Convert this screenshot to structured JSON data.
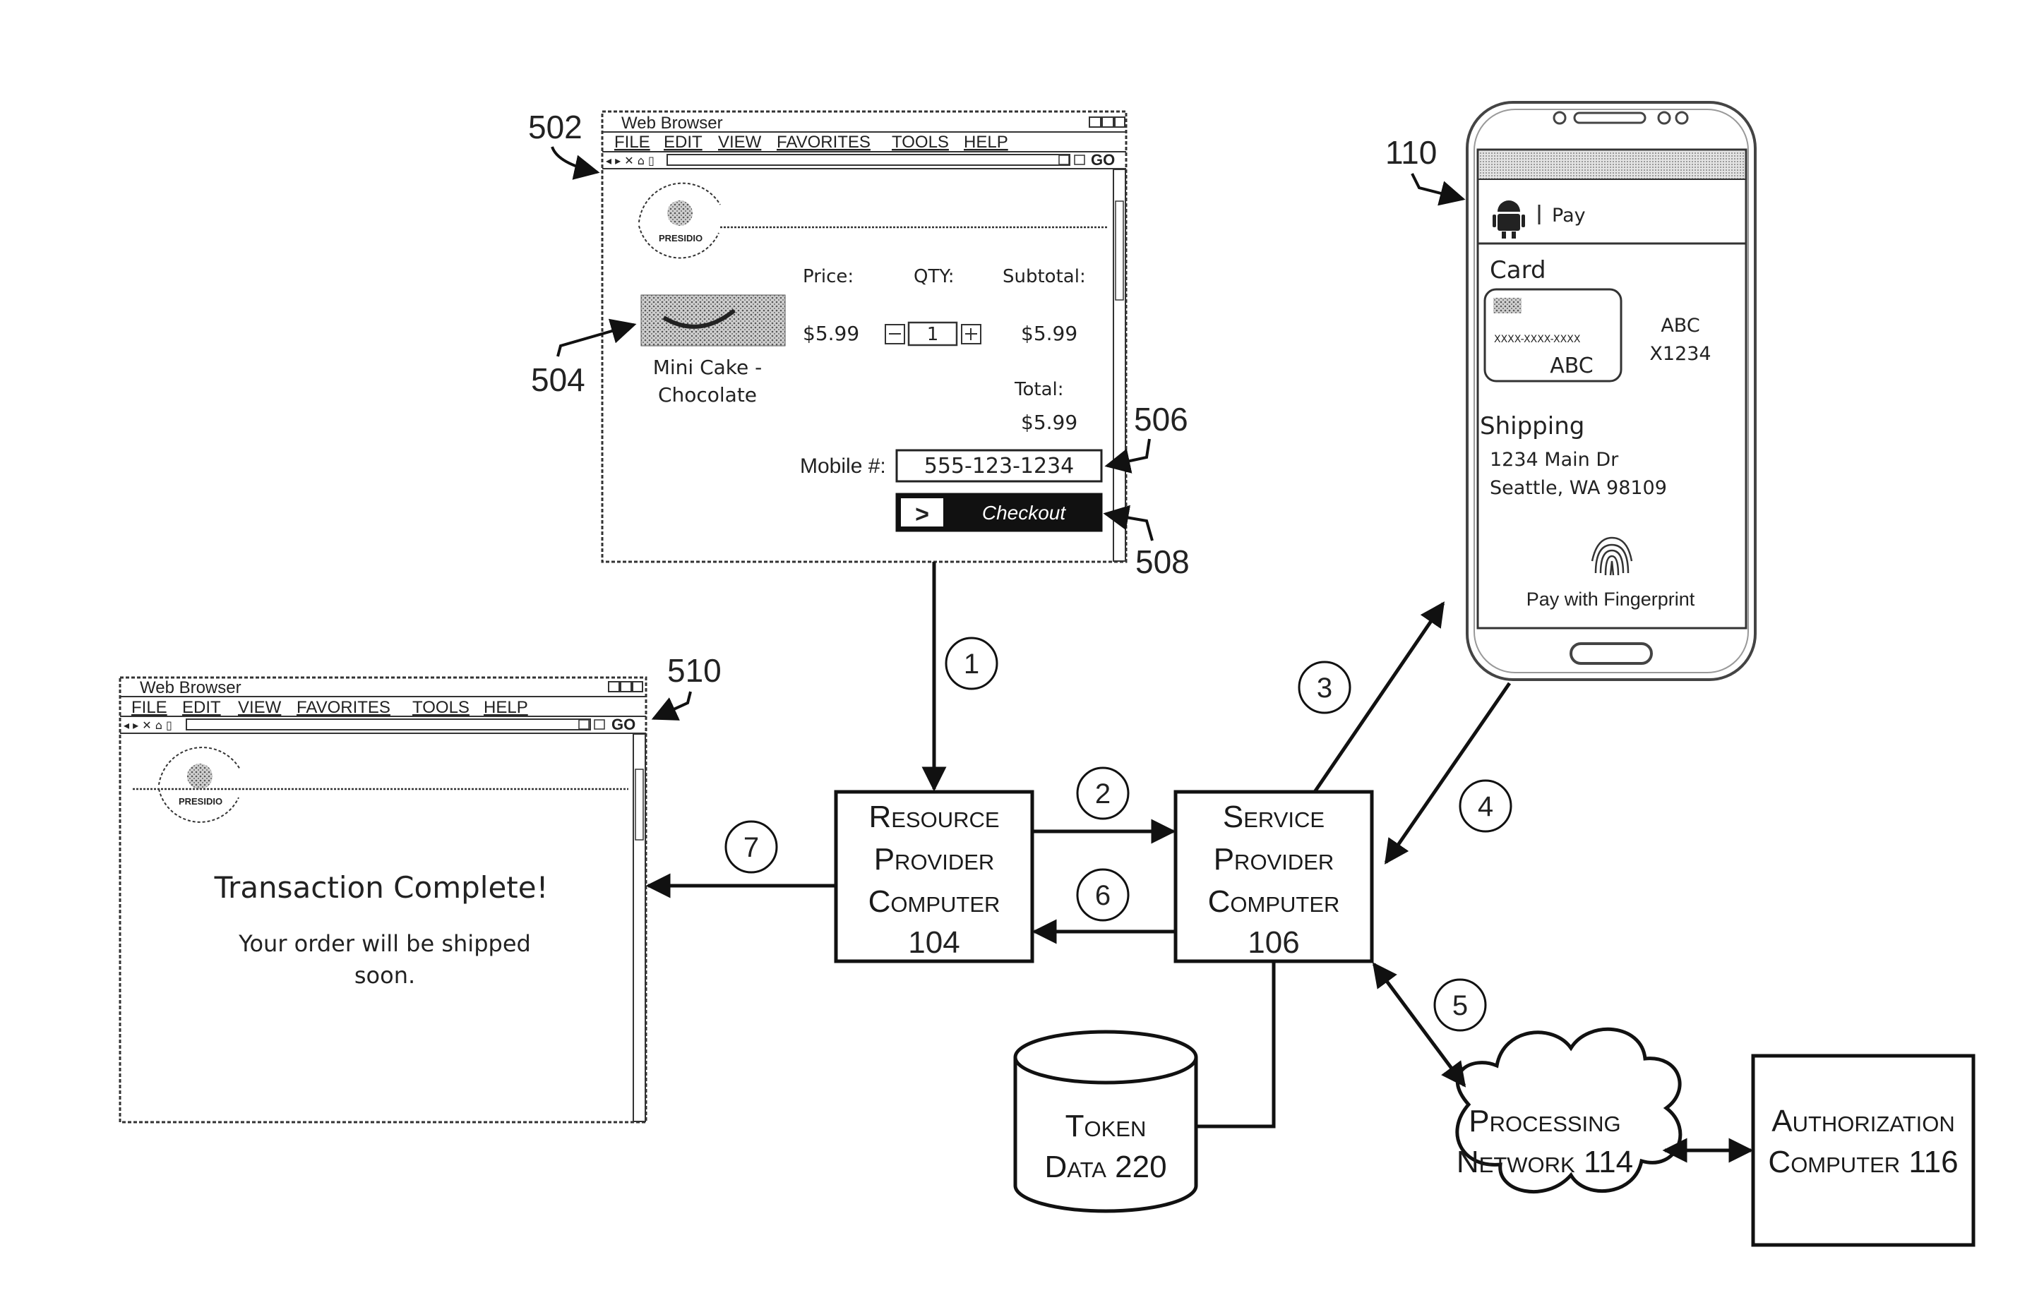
{
  "labels": {
    "browser_top": "502",
    "product_image": "504",
    "mobile_field": "506",
    "checkout_button": "508",
    "browser_bottom": "510",
    "phone": "110"
  },
  "browser": {
    "title": "Web Browser",
    "menu": [
      "FILE",
      "EDIT",
      "VIEW",
      "FAVORITES",
      "TOOLS",
      "HELP"
    ],
    "go_label": "GO",
    "logo_text": "PRESIDIO"
  },
  "shop": {
    "price_header": "Price:",
    "qty_header": "QTY:",
    "subtotal_header": "Subtotal:",
    "price": "$5.99",
    "qty": "1",
    "subtotal": "$5.99",
    "product_line1": "Mini Cake -",
    "product_line2": "Chocolate",
    "total_label": "Total:",
    "total": "$5.99",
    "mobile_label": "Mobile #:",
    "mobile_value": "555-123-1234",
    "checkout_icon": ">",
    "checkout_label": "Checkout"
  },
  "confirmation": {
    "headline": "Transaction Complete!",
    "line1": "Your order will be shipped",
    "line2": "soon."
  },
  "phone": {
    "app_title": "Pay",
    "card_header": "Card",
    "card_number": "XXXX-XXXX-XXXX",
    "card_brand": "ABC",
    "card_name": "ABC",
    "card_last4": "X1234",
    "shipping_header": "Shipping",
    "address1": "1234 Main Dr",
    "address2": "Seattle, WA 98109",
    "fingerprint_label": "Pay with Fingerprint"
  },
  "nodes": {
    "resource_l1": "Resource",
    "resource_l2": "Provider",
    "resource_l3": "Computer",
    "resource_num": "104",
    "service_l1": "Service",
    "service_l2": "Provider",
    "service_l3": "Computer",
    "service_num": "106",
    "token_l1": "Token",
    "token_l2": "Data 220",
    "network_l1": "Processing",
    "network_l2": "Network 114",
    "auth_l1": "Authorization",
    "auth_l2": "Computer 116"
  },
  "steps": [
    "1",
    "2",
    "3",
    "4",
    "5",
    "6",
    "7"
  ]
}
